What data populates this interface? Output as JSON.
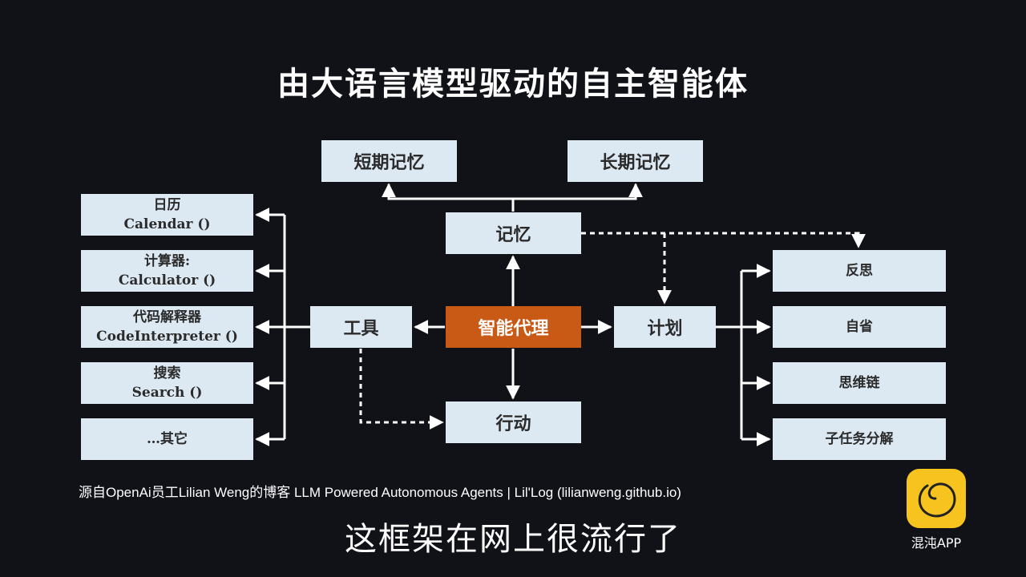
{
  "title": "由大语言模型驱动的自主智能体",
  "nodes": {
    "short_term_memory": "短期记忆",
    "long_term_memory": "长期记忆",
    "memory": "记忆",
    "agent": "智能代理",
    "tools": "工具",
    "planning": "计划",
    "action": "行动"
  },
  "tools": [
    {
      "name": "日历",
      "code": "Calendar ()"
    },
    {
      "name": "计算器:",
      "code": "Calculator ()"
    },
    {
      "name": "代码解释器",
      "code": "CodeInterpreter ()"
    },
    {
      "name": "搜索",
      "code": "Search ()"
    },
    {
      "name": "…其它",
      "code": ""
    }
  ],
  "planning_items": [
    "反思",
    "自省",
    "思维链",
    "子任务分解"
  ],
  "source": "源自OpenAi员工Lilian Weng的博客 LLM Powered Autonomous Agents | Lil'Log (lilianweng.github.io)",
  "subtitle": "这框架在网上很流行了",
  "logo": {
    "label": "混沌APP",
    "color": "#f7c31f",
    "icon": "chaos-circle-icon"
  },
  "colors": {
    "background": "#111218",
    "box": "#dce8f2",
    "agent": "#c85a15"
  }
}
